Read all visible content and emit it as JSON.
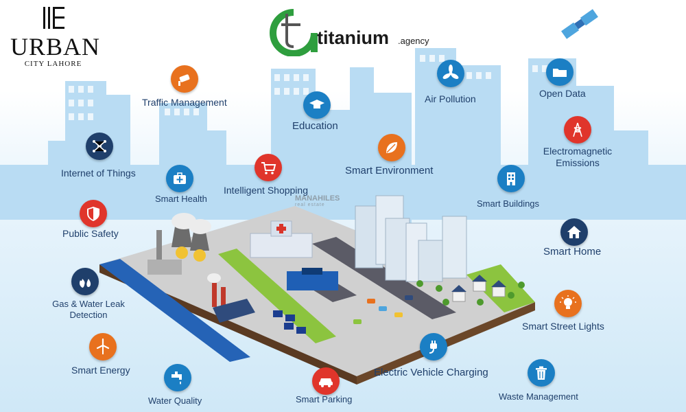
{
  "brand_left": {
    "name": "URBAN",
    "subtitle": "CITY LAHORE"
  },
  "brand_center": {
    "name": "titanium",
    "suffix": ".agency"
  },
  "watermark": {
    "name": "MANAHILES",
    "sub": "real estate"
  },
  "colors": {
    "navy_icon": "#1f3f6b",
    "orange_icon": "#e8711e",
    "red_icon": "#e0352b",
    "blue_icon": "#1b7fc4",
    "label_text": "#1f3f6b",
    "river": "#2563b6",
    "grass": "#8cc43f"
  },
  "features": [
    {
      "label": "Traffic Management",
      "icon": "cctv-camera-icon"
    },
    {
      "label": "Education",
      "icon": "graduation-cap-icon"
    },
    {
      "label": "Air Pollution",
      "icon": "fan-icon"
    },
    {
      "label": "Open Data",
      "icon": "folder-icon"
    },
    {
      "label": "Internet of Things",
      "icon": "network-icon"
    },
    {
      "label": "Smart Environment",
      "icon": "leaf-icon"
    },
    {
      "label": "Electromagnetic Emissions",
      "icon": "power-tower-icon"
    },
    {
      "label": "Smart Health",
      "icon": "medical-kit-icon"
    },
    {
      "label": "Intelligent Shopping",
      "icon": "shopping-cart-icon"
    },
    {
      "label": "Smart Buildings",
      "icon": "building-icon"
    },
    {
      "label": "Public Safety",
      "icon": "shield-icon"
    },
    {
      "label": "Smart Home",
      "icon": "house-icon"
    },
    {
      "label": "Gas & Water Leak Detection",
      "icon": "flame-drop-icon"
    },
    {
      "label": "Smart Street Lights",
      "icon": "light-bulb-icon"
    },
    {
      "label": "Smart Energy",
      "icon": "wind-turbine-icon"
    },
    {
      "label": "Electric Vehicle Charging",
      "icon": "ev-plug-icon"
    },
    {
      "label": "Water Quality",
      "icon": "water-tap-icon"
    },
    {
      "label": "Smart Parking",
      "icon": "car-icon"
    },
    {
      "label": "Waste Management",
      "icon": "trash-bin-icon"
    }
  ]
}
